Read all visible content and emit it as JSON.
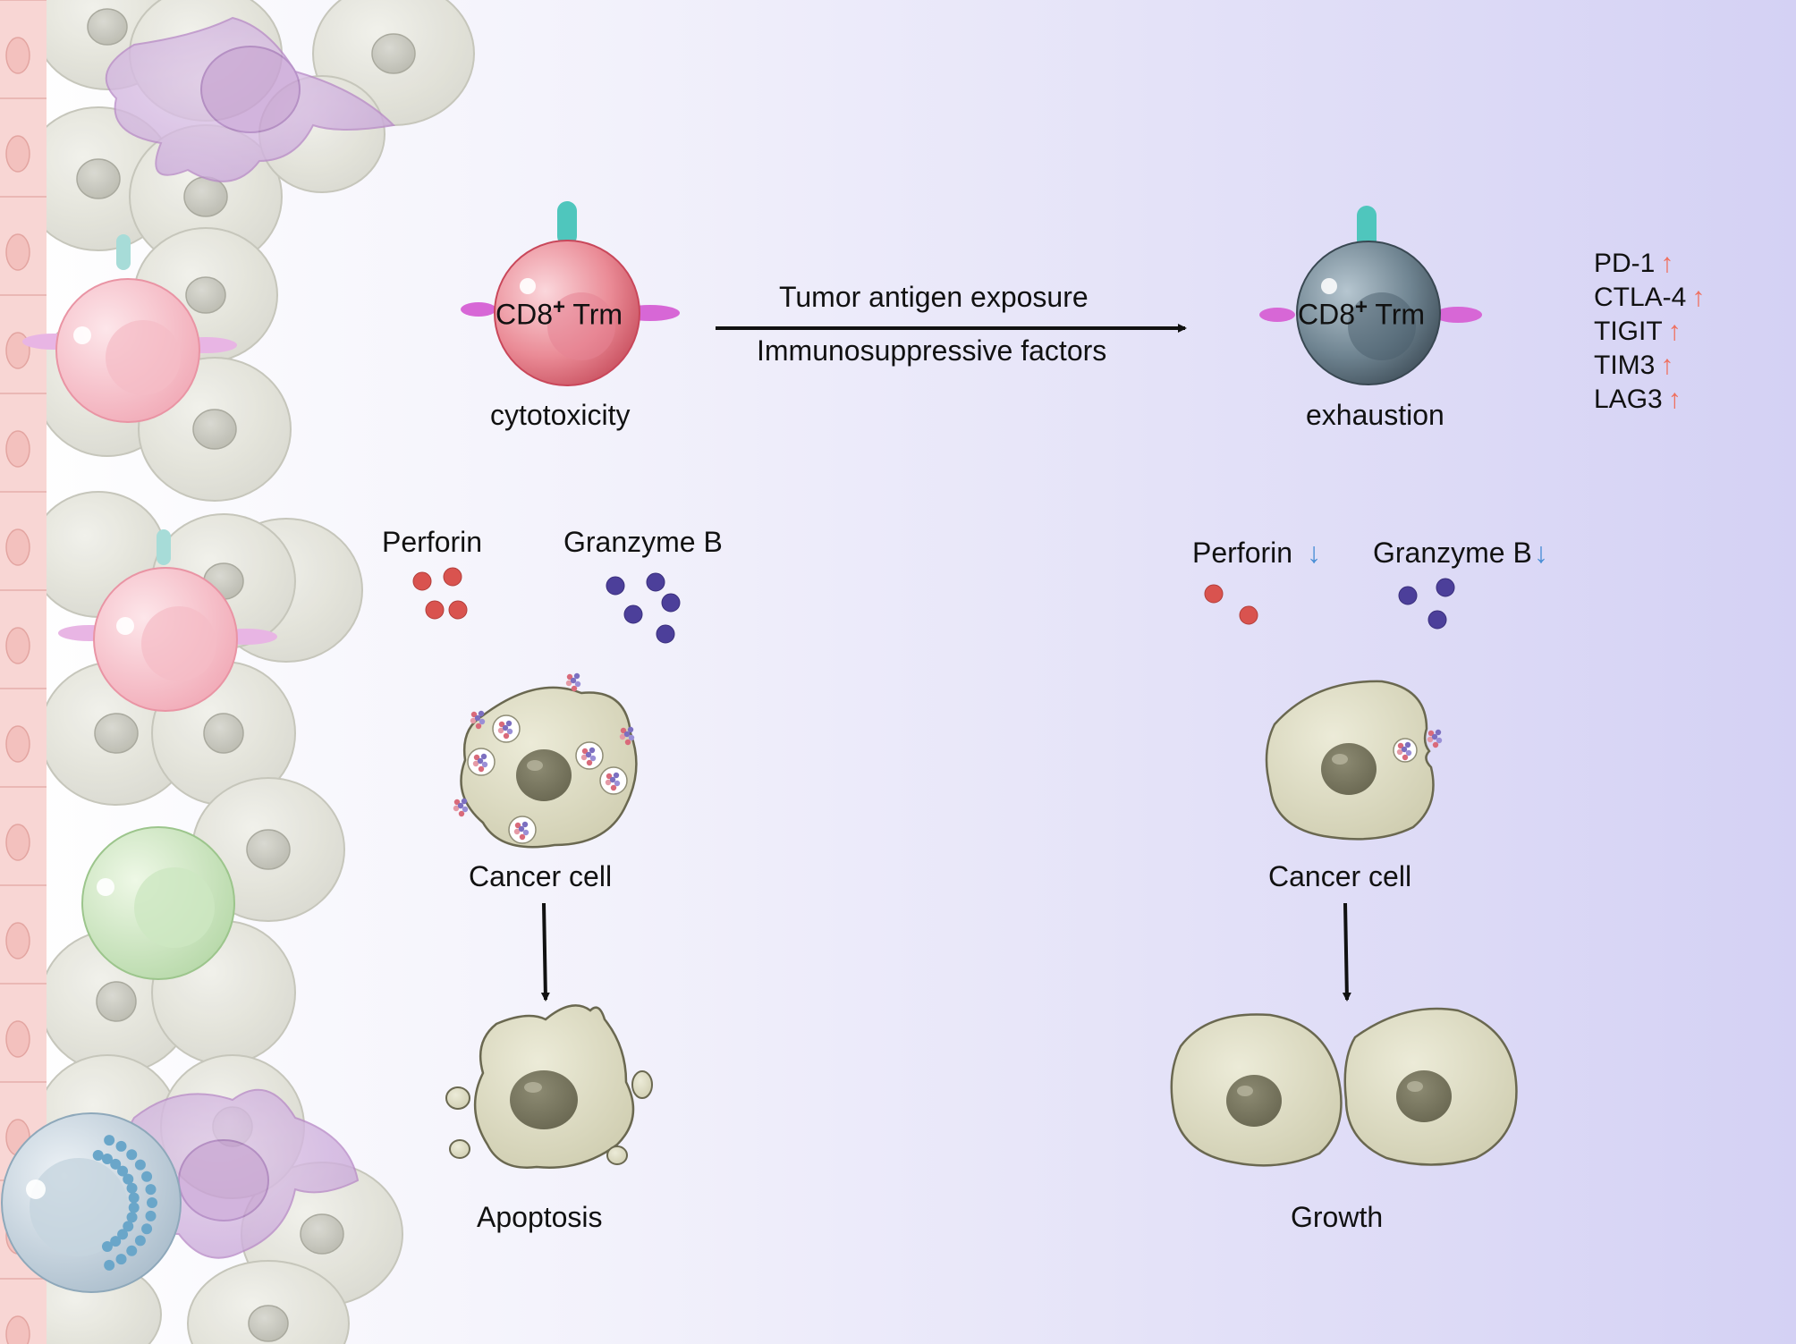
{
  "colors": {
    "cd8_active": "#e06b78",
    "cd8_exhausted": "#5f7482",
    "perforin": "#d9534f",
    "granzyme": "#4c3f9a",
    "cancer_cell": "#dcdbc2",
    "up_arrow": "#ef6f5e",
    "down_arrow": "#4a8fd6"
  },
  "left": {
    "cell_label": "CD8",
    "cell_sup": "+",
    "cell_suffix": " Trm",
    "state": "cytotoxicity",
    "perforin": "Perforin",
    "granzyme": "Granzyme B",
    "target": "Cancer cell",
    "outcome": "Apoptosis"
  },
  "transition": {
    "line1": "Tumor antigen exposure",
    "line2": "Immunosuppressive factors"
  },
  "right": {
    "cell_label": "CD8",
    "cell_sup": "+",
    "cell_suffix": " Trm",
    "state": "exhaustion",
    "perforin": "Perforin",
    "granzyme": "Granzyme B",
    "target": "Cancer cell",
    "outcome": "Growth",
    "down_arrow": "↓",
    "markers": [
      {
        "name": "PD-1",
        "arrow": "↑"
      },
      {
        "name": "CTLA-4",
        "arrow": "↑"
      },
      {
        "name": "TIGIT",
        "arrow": "↑"
      },
      {
        "name": "TIM3",
        "arrow": "↑"
      },
      {
        "name": "LAG3",
        "arrow": "↑"
      }
    ]
  }
}
